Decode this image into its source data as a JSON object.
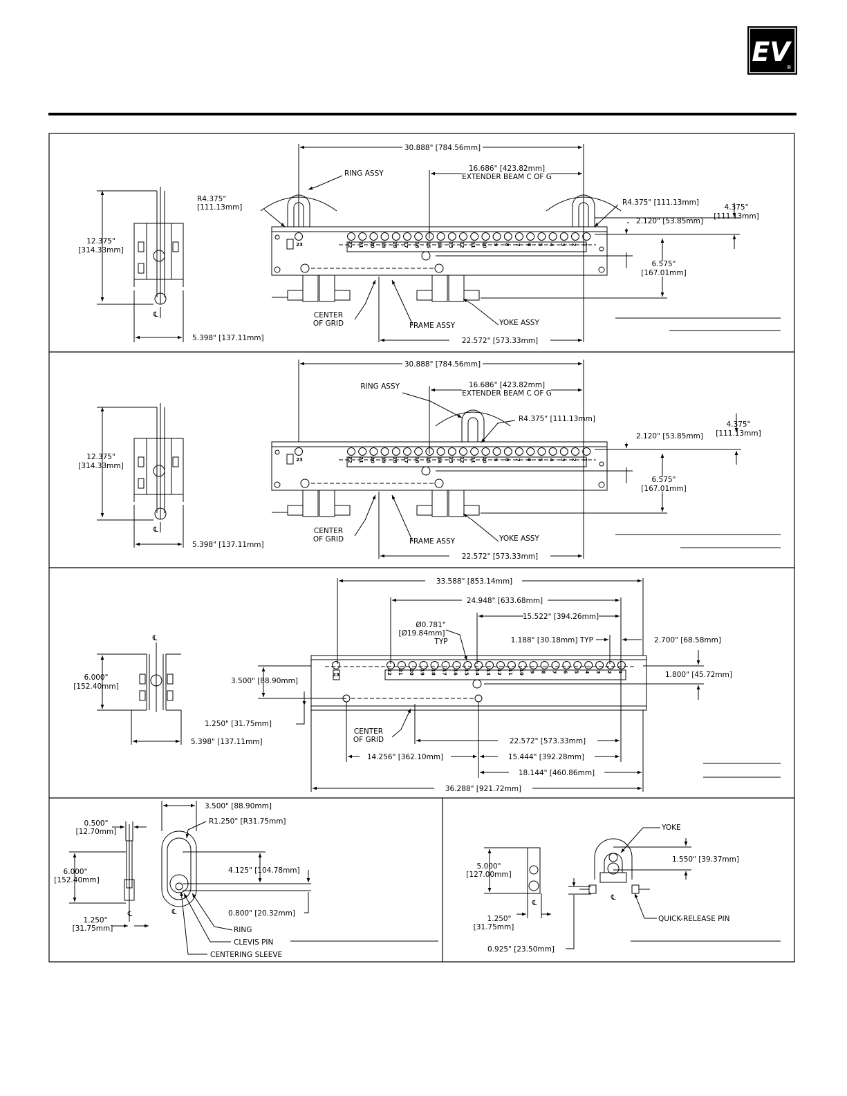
{
  "brand": {
    "logo_text": "EV",
    "logo_mark": "®"
  },
  "panel1": {
    "dim_overall": "30.888\" [784.56mm]",
    "ring_assy": "RING ASSY",
    "dim_cog_1": "16.686\" [423.82mm]",
    "dim_cog_2": "EXTENDER BEAM C OF G",
    "radius_left_1": "R4.375\"",
    "radius_left_2": "[111.13mm]",
    "radius_right": "R4.375\" [111.13mm]",
    "dim_ring_h_1": "4.375\"",
    "dim_ring_h_2": "[111.13mm]",
    "dim_2120": "2.120\" [53.85mm]",
    "dim_6575_1": "6.575\"",
    "dim_6575_2": "[167.01mm]",
    "dim_height_1": "12.375\"",
    "dim_height_2": "[314.33mm]",
    "dim_width": "5.398\" [137.11mm]",
    "center_grid_1": "CENTER",
    "center_grid_2": "OF GRID",
    "frame_assy": "FRAME ASSY",
    "yoke_assy": "YOKE ASSY",
    "dim_22572": "22.572\" [573.33mm]"
  },
  "panel2": {
    "dim_overall": "30.888\" [784.56mm]",
    "ring_assy": "RING ASSY",
    "dim_cog_1": "16.686\" [423.82mm]",
    "dim_cog_2": "EXTENDER BEAM C OF G",
    "radius": "R4.375\" [111.13mm]",
    "dim_ring_h_1": "4.375\"",
    "dim_ring_h_2": "[111.13mm]",
    "dim_2120": "2.120\" [53.85mm]",
    "dim_6575_1": "6.575\"",
    "dim_6575_2": "[167.01mm]",
    "dim_height_1": "12.375\"",
    "dim_height_2": "[314.33mm]",
    "dim_width": "5.398\" [137.11mm]",
    "center_grid_1": "CENTER",
    "center_grid_2": "OF GRID",
    "frame_assy": "FRAME ASSY",
    "yoke_assy": "YOKE ASSY",
    "dim_22572": "22.572\" [573.33mm]"
  },
  "panel3": {
    "dim_33588": "33.588\" [853.14mm]",
    "dim_24948": "24.948\" [633.68mm]",
    "dim_15522": "15.522\" [394.26mm]",
    "hole_1": "Ø0.781\"",
    "hole_2": "[Ø19.84mm]",
    "hole_3": "TYP",
    "dim_1188": "1.188\" [30.18mm] TYP",
    "dim_2700": "2.700\" [68.58mm]",
    "dim_3500": "3.500\" [88.90mm]",
    "dim_1800": "1.800\" [45.72mm]",
    "dim_1250": "1.250\" [31.75mm]",
    "dim_height_1": "6.000\"",
    "dim_height_2": "[152.40mm]",
    "dim_width": "5.398\" [137.11mm]",
    "center_grid_1": "CENTER",
    "center_grid_2": "OF GRID",
    "dim_22572": "22.572\" [573.33mm]",
    "dim_14256": "14.256\" [362.10mm]",
    "dim_15444": "15.444\" [392.28mm]",
    "dim_18144": "18.144\" [460.86mm]",
    "dim_36288": "36.288\" [921.72mm]"
  },
  "panel4": {
    "dim_0500_1": "0.500\"",
    "dim_0500_2": "[12.70mm]",
    "dim_6000_1": "6.000\"",
    "dim_6000_2": "[152.40mm]",
    "dim_1250_1": "1.250\"",
    "dim_1250_2": "[31.75mm]",
    "dim_3500": "3.500\" [88.90mm]",
    "radius": "R1.250\" [R31.75mm]",
    "dim_4125": "4.125\" [104.78mm]",
    "dim_0800": "0.800\" [20.32mm]",
    "ring": "RING",
    "clevis_pin": "CLEVIS PIN",
    "centering_sleeve": "CENTERING SLEEVE"
  },
  "panel5": {
    "yoke": "YOKE",
    "dim_5000_1": "5.000\"",
    "dim_5000_2": "[127.00mm]",
    "dim_1550": "1.550\" [39.37mm]",
    "dim_1250_1": "1.250\"",
    "dim_1250_2": "[31.75mm]",
    "quick_pin": "QUICK-RELEASE PIN",
    "dim_0925": "0.925\" [23.50mm]"
  },
  "hole_numbers": [
    "22",
    "21",
    "20",
    "19",
    "18",
    "17",
    "16",
    "15",
    "14",
    "13",
    "12",
    "11",
    "10",
    "9",
    "8",
    "7",
    "6",
    "5",
    "4",
    "3",
    "2",
    "1"
  ],
  "end_hole_number": "23"
}
